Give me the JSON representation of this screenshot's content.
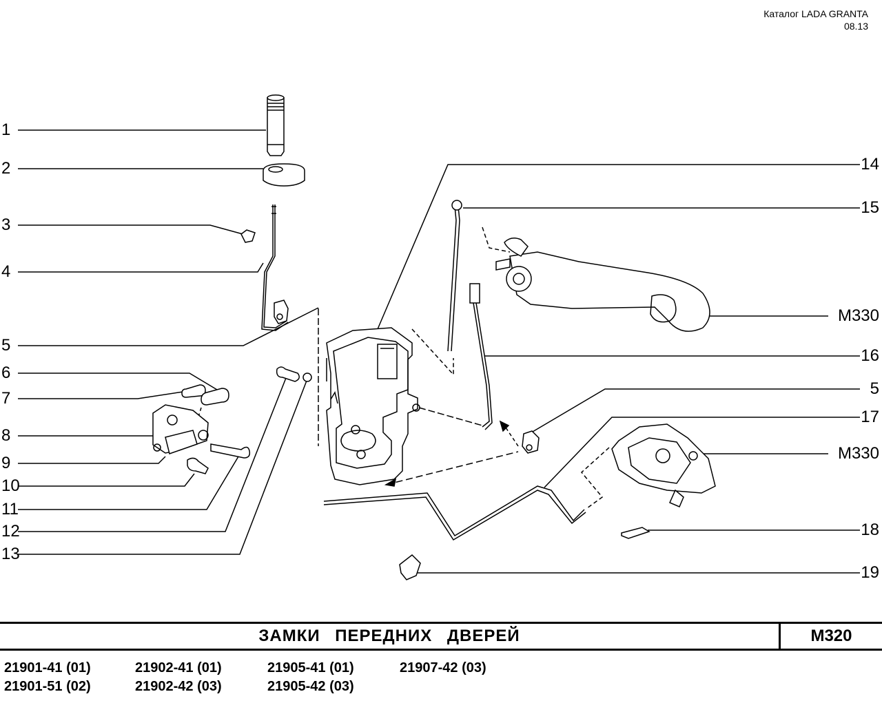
{
  "header": {
    "catalog": "Каталог  LADA  GRANTA",
    "date": "08.13"
  },
  "callouts_left": [
    "1",
    "2",
    "3",
    "4",
    "5",
    "6",
    "7",
    "8",
    "9",
    "10",
    "11",
    "12",
    "13"
  ],
  "callouts_right": [
    "14",
    "15",
    "М330",
    "16",
    "5",
    "17",
    "М330",
    "18",
    "19"
  ],
  "title": {
    "text": "ЗАМКИ   ПЕРЕДНИХ   ДВЕРЕЙ",
    "code": "М320"
  },
  "models": [
    [
      "21901-41 (01)",
      "21901-51 (02)"
    ],
    [
      "21902-41 (01)",
      "21902-42 (03)"
    ],
    [
      "21905-41 (01)",
      "21905-42 (03)"
    ],
    [
      "21907-42 (03)"
    ]
  ]
}
